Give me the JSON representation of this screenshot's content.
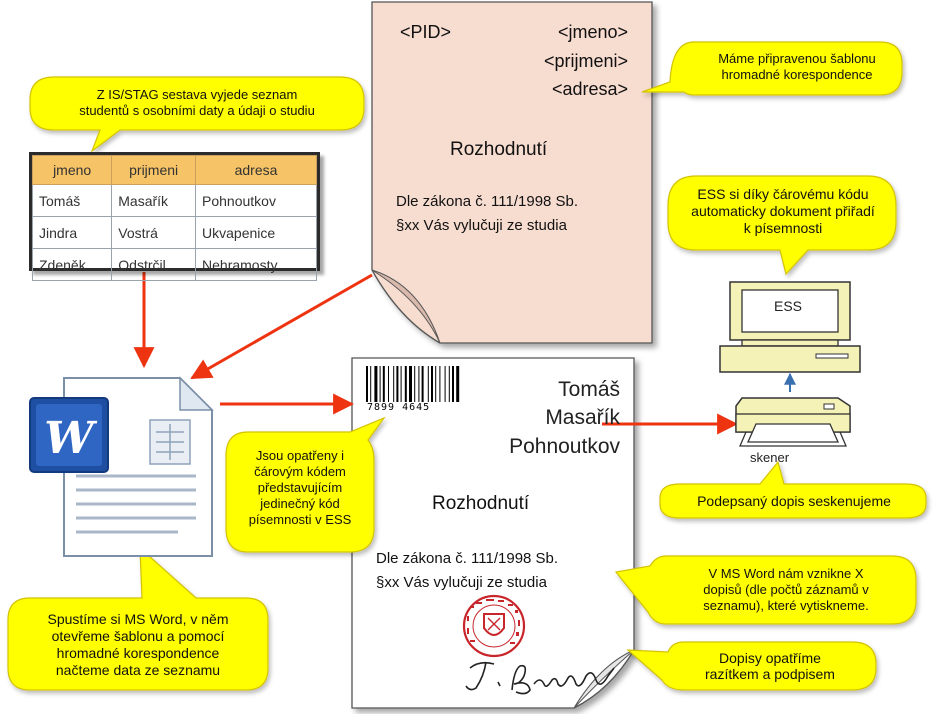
{
  "callouts": {
    "table_info": "Z IS/STAG sestava vyjede seznam\nstudentů s osobními daty a údaji o studiu",
    "template_info": "Máme připravenou šablonu\nhromadné korespondence",
    "ess_info": "ESS si díky čárovému kódu\nautomaticky dokument přiřadí\nk písemnosti",
    "barcode_info": "Jsou opatřeny i\nčárovým kódem\npředstavujícím\njedinečný kód\npísemnosti v ESS",
    "scan_info": "Podepsaný dopis seskenujeme",
    "word_info": "Spustíme si MS Word, v něm\notevřeme šablonu a pomocí\nhromadné korespondence\nnačteme data ze seznamu",
    "print_info": "V MS Word nám vznikne X\ndopisů (dle počtů záznamů v\nseznamu), které vytiskneme.",
    "stamp_info": "Dopisy opatříme\nrazítkem a podpisem"
  },
  "table": {
    "headers": [
      "jmeno",
      "prijmeni",
      "adresa"
    ],
    "rows": [
      [
        "Tomáš",
        "Masařík",
        "Pohnoutkov"
      ],
      [
        "Jindra",
        "Vostrá",
        "Ukvapenice"
      ],
      [
        "Zdeněk",
        "Odstrčil",
        "Nehramosty"
      ]
    ]
  },
  "template_doc": {
    "pid": "<PID>",
    "jmeno": "<jmeno>",
    "prijmeni": "<prijmeni>",
    "adresa": "<adresa>",
    "title": "Rozhodnutí",
    "law": "Dle zákona č. 111/1998 Sb.",
    "clause": "§xx Vás vylučuji ze studia"
  },
  "output_doc": {
    "barcode_number": "7899 4645",
    "name": "Tomáš",
    "surname": "Masařík",
    "address": "Pohnoutkov",
    "title": "Rozhodnutí",
    "law": "Dle zákona č. 111/1998 Sb.",
    "clause": "§xx Vás vylučuji ze studia"
  },
  "devices": {
    "computer_label": "ESS",
    "scanner_label": "skener"
  },
  "colors": {
    "callout_fill": "#ffff00",
    "callout_stroke": "#d4c200",
    "arrow": "#ee3311",
    "template_paper": "#f7dcd0",
    "table_header": "#f6c366"
  }
}
